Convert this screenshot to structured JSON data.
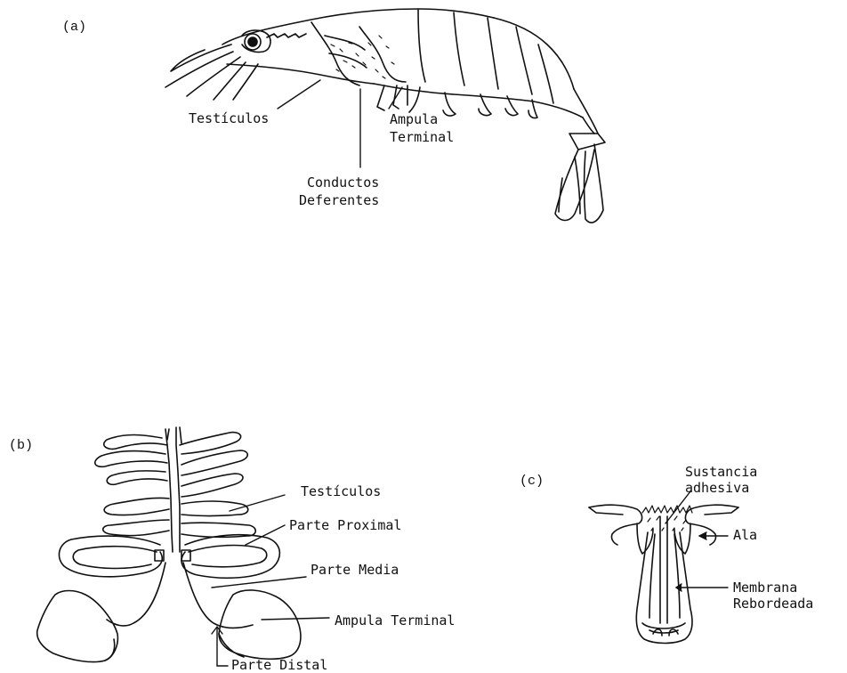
{
  "panels": {
    "a": {
      "tag": "(a)",
      "labels": {
        "testiculos": "Testículos",
        "ampula_1": "Ampula",
        "ampula_2": "Terminal",
        "conductos_1": "Conductos",
        "conductos_2": "Deferentes"
      }
    },
    "b": {
      "tag": "(b)",
      "labels": {
        "testiculos": "Testículos",
        "proximal": "Parte Proximal",
        "media": "Parte Media",
        "ampula": "Ampula Terminal",
        "distal": "Parte Distal"
      }
    },
    "c": {
      "tag": "(c)",
      "labels": {
        "sustancia_1": "Sustancia",
        "sustancia_2": "adhesiva",
        "ala": "Ala",
        "membrana_1": "Membrana",
        "membrana_2": "Rebordeada"
      }
    }
  }
}
